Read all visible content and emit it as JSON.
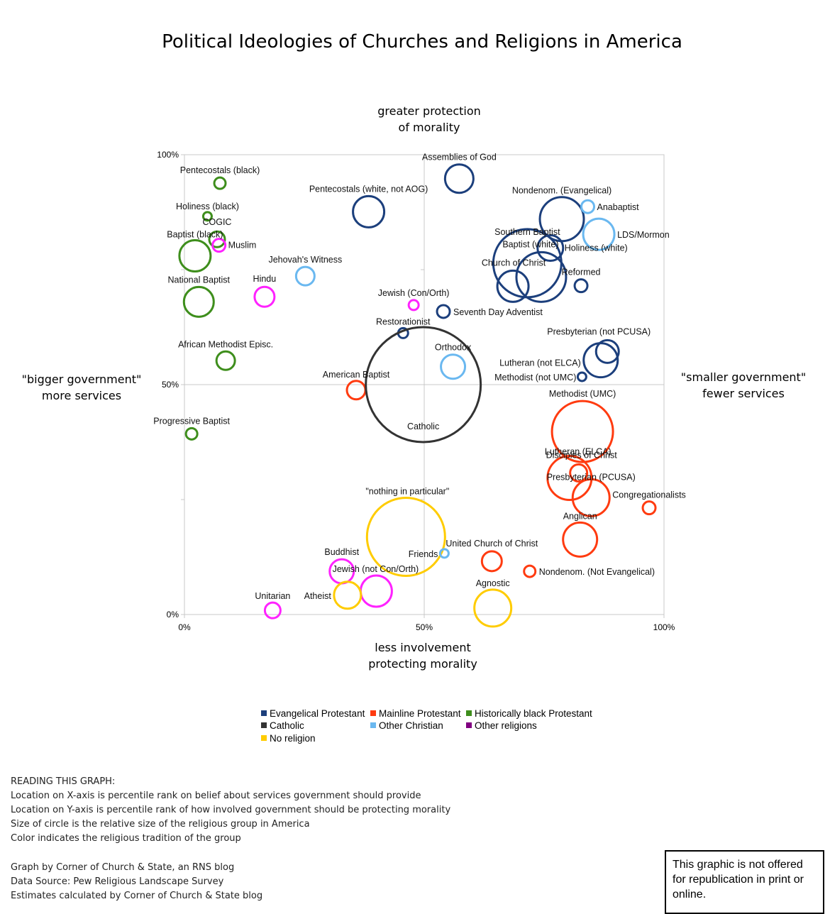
{
  "title": "Political Ideologies of Churches and Religions in America",
  "axis_descriptions": {
    "top": [
      "greater protection",
      "of morality"
    ],
    "bottom": [
      "less involvement",
      "protecting morality"
    ],
    "left": [
      "\"bigger government\"",
      "more services"
    ],
    "right": [
      "\"smaller government\"",
      "fewer services"
    ]
  },
  "colors": {
    "Evangelical Protestant": "#1c3f7c",
    "Mainline Protestant": "#ff3b10",
    "Historically black Protestant": "#3e8e1c",
    "Catholic": "#333333",
    "Other Christian": "#6ab8f0",
    "Other religions": "#ff22ff",
    "No religion": "#ffcc00"
  },
  "legend": [
    {
      "label": "Evangelical Protestant",
      "color": "#1c3f7c"
    },
    {
      "label": "Mainline Protestant",
      "color": "#ff3b10"
    },
    {
      "label": "Historically black Protestant",
      "color": "#3e8e1c"
    },
    {
      "label": "Catholic",
      "color": "#333333"
    },
    {
      "label": "Other Christian",
      "color": "#6ab8f0"
    },
    {
      "label": "Other religions",
      "color": "#800080"
    },
    {
      "label": "No religion",
      "color": "#ffcc00"
    }
  ],
  "chart_data": {
    "type": "scatter",
    "xlim": [
      0,
      100
    ],
    "ylim": [
      0,
      100
    ],
    "x_ticks": [
      "0%",
      "50%",
      "100%"
    ],
    "y_ticks": [
      "0%",
      "50%",
      "100%"
    ],
    "grid": true,
    "legend_position": "bottom",
    "points": [
      {
        "label": "Pentecostals  (black)",
        "x": 7.4,
        "y": 93.8,
        "r": 8,
        "group": "Historically black Protestant"
      },
      {
        "label": "Holiness (black)",
        "x": 4.8,
        "y": 86.6,
        "r": 6,
        "group": "Historically black Protestant"
      },
      {
        "label": "COGIC",
        "x": 6.8,
        "y": 81.6,
        "r": 11,
        "group": "Historically black Protestant"
      },
      {
        "label": "Baptist (black)",
        "x": 2.2,
        "y": 78.0,
        "r": 22,
        "group": "Historically black Protestant"
      },
      {
        "label": "National Baptist",
        "x": 3.0,
        "y": 68.0,
        "r": 21,
        "group": "Historically black Protestant"
      },
      {
        "label": "African Methodist Episc.",
        "x": 8.6,
        "y": 55.2,
        "r": 13,
        "group": "Historically black Protestant"
      },
      {
        "label": "Progressive Baptist",
        "x": 1.5,
        "y": 39.3,
        "r": 8,
        "group": "Historically black Protestant"
      },
      {
        "label": "Muslim",
        "x": 7.2,
        "y": 80.3,
        "r": 9,
        "group": "Other religions"
      },
      {
        "label": "Hindu",
        "x": 16.7,
        "y": 69.1,
        "r": 14,
        "group": "Other religions"
      },
      {
        "label": "Jehovah's Witness",
        "x": 25.2,
        "y": 73.6,
        "r": 13,
        "group": "Other Christian"
      },
      {
        "label": "Pentecostals (white, not AOG)",
        "x": 38.4,
        "y": 87.6,
        "r": 22,
        "group": "Evangelical Protestant"
      },
      {
        "label": "Assemblies of God",
        "x": 57.3,
        "y": 94.8,
        "r": 20,
        "group": "Evangelical Protestant"
      },
      {
        "label": "Jewish (Con/Orth)",
        "x": 47.8,
        "y": 67.3,
        "r": 7,
        "group": "Other religions"
      },
      {
        "label": "Seventh Day Adventist",
        "x": 54.0,
        "y": 65.9,
        "r": 9,
        "group": "Evangelical Protestant"
      },
      {
        "label": "Restorationist",
        "x": 45.6,
        "y": 61.2,
        "r": 7,
        "group": "Evangelical Protestant"
      },
      {
        "label": "Orthodox",
        "x": 56.0,
        "y": 53.9,
        "r": 17,
        "group": "Other Christian"
      },
      {
        "label": "American Baptist",
        "x": 35.8,
        "y": 48.8,
        "r": 13,
        "group": "Mainline Protestant"
      },
      {
        "label": "Catholic",
        "x": 49.8,
        "y": 50.0,
        "r": 81,
        "group": "Catholic"
      },
      {
        "label": "Nondenom. (Evangelical)",
        "x": 78.7,
        "y": 86.0,
        "r": 31,
        "group": "Evangelical Protestant"
      },
      {
        "label": "Anabaptist",
        "x": 84.1,
        "y": 88.7,
        "r": 9,
        "group": "Other Christian"
      },
      {
        "label": "LDS/Mormon",
        "x": 86.4,
        "y": 82.7,
        "r": 22,
        "group": "Other Christian"
      },
      {
        "label": "Southern Baptist",
        "x": 71.5,
        "y": 76.4,
        "r": 48,
        "group": "Evangelical Protestant"
      },
      {
        "label": "Baptist (white)",
        "x": 74.4,
        "y": 73.4,
        "r": 35,
        "group": "Evangelical Protestant"
      },
      {
        "label": "Holiness (white)",
        "x": 76.3,
        "y": 79.7,
        "r": 18,
        "group": "Evangelical Protestant"
      },
      {
        "label": "Church of Christ",
        "x": 68.5,
        "y": 71.4,
        "r": 22,
        "group": "Evangelical Protestant"
      },
      {
        "label": "Reformed",
        "x": 82.7,
        "y": 71.5,
        "r": 9,
        "group": "Evangelical Protestant"
      },
      {
        "label": "Presbyterian (not PCUSA)",
        "x": 88.2,
        "y": 57.2,
        "r": 16,
        "group": "Evangelical Protestant"
      },
      {
        "label": "Lutheran (not ELCA)",
        "x": 86.8,
        "y": 55.3,
        "r": 24,
        "group": "Evangelical Protestant"
      },
      {
        "label": "Methodist (not UMC)",
        "x": 82.9,
        "y": 51.7,
        "r": 6,
        "group": "Evangelical Protestant"
      },
      {
        "label": "Methodist (UMC)",
        "x": 83.0,
        "y": 39.8,
        "r": 43,
        "group": "Mainline Protestant"
      },
      {
        "label": "Lutheran (ELCA)",
        "x": 80.3,
        "y": 29.7,
        "r": 31,
        "group": "Mainline Protestant"
      },
      {
        "label": "Disciples of Christ",
        "x": 82.2,
        "y": 30.8,
        "r": 12,
        "group": "Mainline Protestant"
      },
      {
        "label": "Presbyterian (PCUSA)",
        "x": 84.8,
        "y": 25.4,
        "r": 26,
        "group": "Mainline Protestant"
      },
      {
        "label": "Congregationalists",
        "x": 96.9,
        "y": 23.2,
        "r": 9,
        "group": "Mainline Protestant"
      },
      {
        "label": "Anglican",
        "x": 82.5,
        "y": 16.3,
        "r": 24,
        "group": "Mainline Protestant"
      },
      {
        "label": "\"nothing in particular\"",
        "x": 46.2,
        "y": 16.9,
        "r": 55,
        "group": "No religion"
      },
      {
        "label": "Friends",
        "x": 54.2,
        "y": 13.3,
        "r": 6,
        "group": "Other Christian"
      },
      {
        "label": "United Church of Christ",
        "x": 64.1,
        "y": 11.6,
        "r": 14,
        "group": "Mainline Protestant"
      },
      {
        "label": "Nondenom. (Not Evangelical)",
        "x": 72.0,
        "y": 9.4,
        "r": 8,
        "group": "Mainline Protestant"
      },
      {
        "label": "Buddhist",
        "x": 32.8,
        "y": 9.4,
        "r": 17,
        "group": "Other religions"
      },
      {
        "label": "Jewish (not Con/Orth)",
        "x": 40.0,
        "y": 5.1,
        "r": 22,
        "group": "Other religions"
      },
      {
        "label": "Atheist",
        "x": 34.0,
        "y": 4.2,
        "r": 19,
        "group": "No religion"
      },
      {
        "label": "Agnostic",
        "x": 64.3,
        "y": 1.4,
        "r": 26,
        "group": "No religion"
      },
      {
        "label": "Unitarian",
        "x": 18.4,
        "y": 0.9,
        "r": 11,
        "group": "Other religions"
      }
    ]
  },
  "notes": {
    "heading": "READING THIS GRAPH:",
    "lines": [
      "Location on X-axis is percentile rank on belief about services government should provide",
      "Location on Y-axis is percentile rank of how involved government should be protecting morality",
      "Size of circle is the relative size of the religious group in America",
      "Color indicates the religious tradition of the group"
    ]
  },
  "credits": [
    "Graph by Corner of Church & State, an RNS blog",
    "Data Source: Pew Religious Landscape Survey",
    "Estimates calculated by Corner of Church & State blog"
  ],
  "notice": "This graphic is not offered for republication in print or online."
}
